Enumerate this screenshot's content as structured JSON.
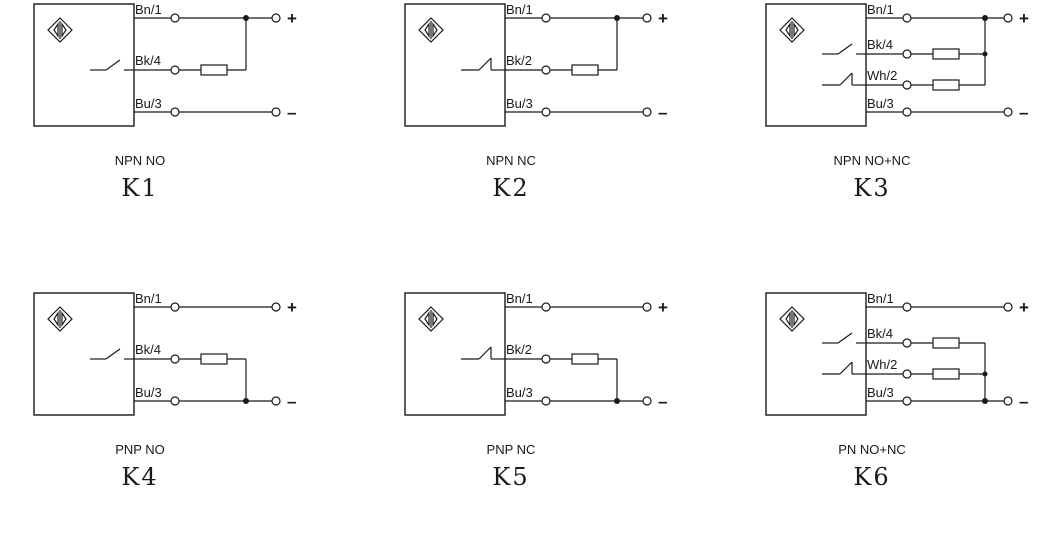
{
  "diagrams": [
    {
      "id": "K1",
      "code": "K1",
      "type_label": "NPN NO",
      "pins": {
        "bn": "Bn/1",
        "out1": "Bk/4",
        "bu": "Bu/3"
      },
      "plus_sign": "+",
      "minus_sign": "–",
      "polarity": "npn",
      "outputs": [
        "no"
      ]
    },
    {
      "id": "K2",
      "code": "K2",
      "type_label": "NPN NC",
      "pins": {
        "bn": "Bn/1",
        "out1": "Bk/2",
        "bu": "Bu/3"
      },
      "plus_sign": "+",
      "minus_sign": "–",
      "polarity": "npn",
      "outputs": [
        "nc"
      ]
    },
    {
      "id": "K3",
      "code": "K3",
      "type_label": "NPN NO+NC",
      "pins": {
        "bn": "Bn/1",
        "out1": "Bk/4",
        "out2": "Wh/2",
        "bu": "Bu/3"
      },
      "plus_sign": "+",
      "minus_sign": "–",
      "polarity": "npn",
      "outputs": [
        "no",
        "nc"
      ]
    },
    {
      "id": "K4",
      "code": "K4",
      "type_label": "PNP NO",
      "pins": {
        "bn": "Bn/1",
        "out1": "Bk/4",
        "bu": "Bu/3"
      },
      "plus_sign": "+",
      "minus_sign": "–",
      "polarity": "pnp",
      "outputs": [
        "no"
      ]
    },
    {
      "id": "K5",
      "code": "K5",
      "type_label": "PNP NC",
      "pins": {
        "bn": "Bn/1",
        "out1": "Bk/2",
        "bu": "Bu/3"
      },
      "plus_sign": "+",
      "minus_sign": "–",
      "polarity": "pnp",
      "outputs": [
        "nc"
      ]
    },
    {
      "id": "K6",
      "code": "K6",
      "type_label": "PN NO+NC",
      "pins": {
        "bn": "Bn/1",
        "out1": "Bk/4",
        "out2": "Wh/2",
        "bu": "Bu/3"
      },
      "plus_sign": "+",
      "minus_sign": "–",
      "polarity": "pnp",
      "outputs": [
        "no",
        "nc"
      ]
    }
  ],
  "colors": {
    "line": "#1a1a1a",
    "background": "#ffffff"
  }
}
